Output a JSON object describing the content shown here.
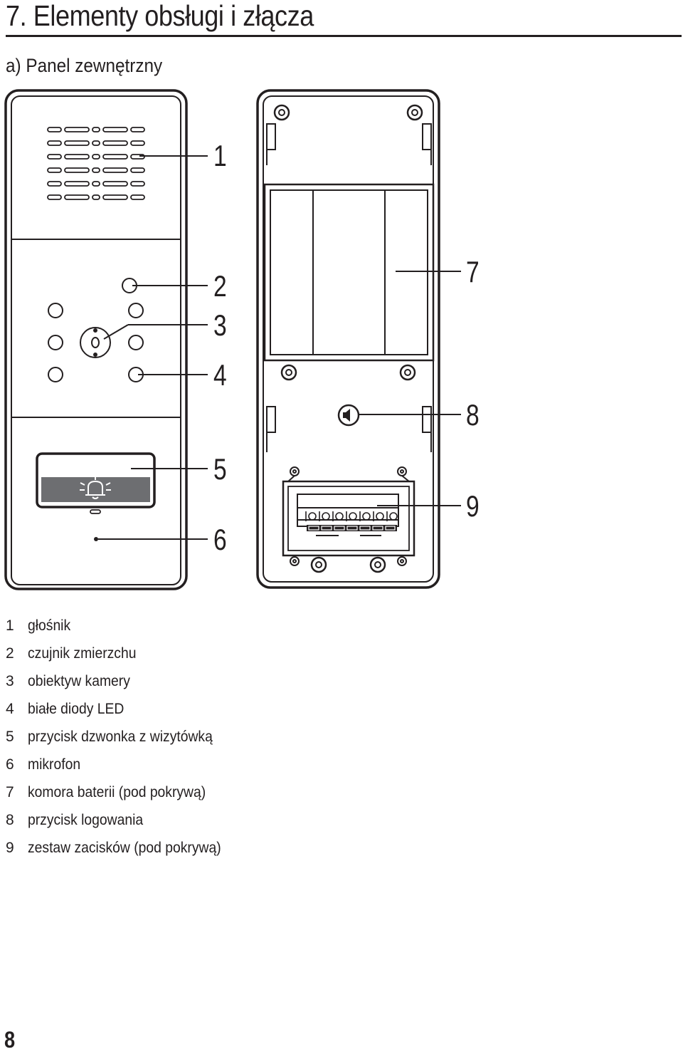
{
  "section": {
    "title": "7. Elementy obsługi i złącza"
  },
  "subsection": {
    "title": "a) Panel zewnętrzny"
  },
  "callouts": [
    "1",
    "2",
    "3",
    "4",
    "5",
    "6",
    "7",
    "8",
    "9"
  ],
  "legend": [
    {
      "num": "1",
      "text": "głośnik"
    },
    {
      "num": "2",
      "text": "czujnik zmierzchu"
    },
    {
      "num": "3",
      "text": "obiektyw kamery"
    },
    {
      "num": "4",
      "text": "białe diody LED"
    },
    {
      "num": "5",
      "text": "przycisk dzwonka z wizytówką"
    },
    {
      "num": "6",
      "text": "mikrofon"
    },
    {
      "num": "7",
      "text": "komora baterii (pod pokrywą)"
    },
    {
      "num": "8",
      "text": "przycisk logowania"
    },
    {
      "num": "9",
      "text": "zestaw zacisków (pod pokrywą)"
    }
  ],
  "icons": {
    "bell": "bell-icon",
    "login_button": "speaker-icon"
  },
  "colors": {
    "ink": "#231f20",
    "nameplate_lower": "#6d6e71",
    "paper": "#ffffff"
  },
  "footer": {
    "page_number": "8"
  }
}
